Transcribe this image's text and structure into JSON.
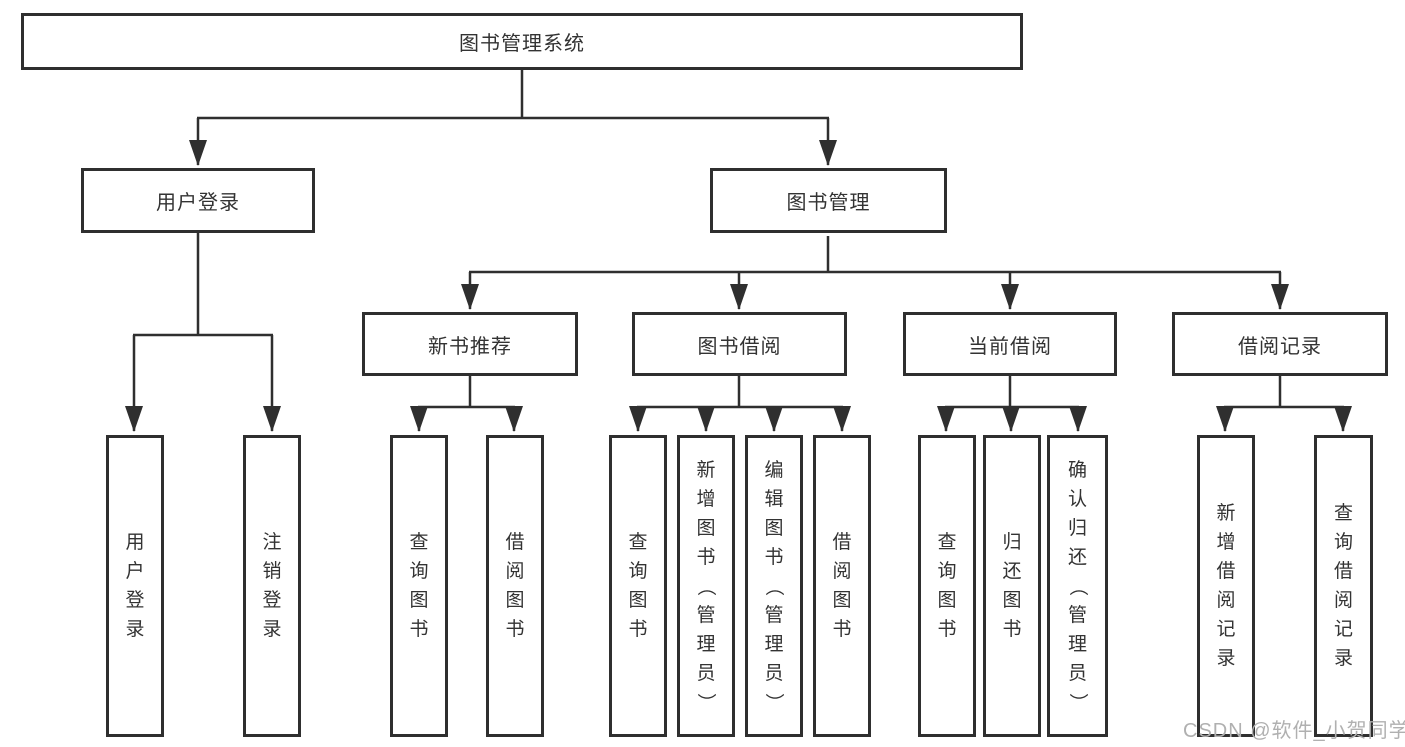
{
  "tree": {
    "root": {
      "label": "图书管理系统"
    },
    "branches": [
      {
        "label": "用户登录",
        "children": [
          "用户登录",
          "注销登录"
        ]
      },
      {
        "label": "图书管理",
        "sections": [
          {
            "label": "新书推荐",
            "children": [
              "查询图书",
              "借阅图书"
            ]
          },
          {
            "label": "图书借阅",
            "children": [
              "查询图书",
              "新增图书（管理员）",
              "编辑图书（管理员）",
              "借阅图书"
            ]
          },
          {
            "label": "当前借阅",
            "children": [
              "查询图书",
              "归还图书",
              "确认归还（管理员）"
            ]
          },
          {
            "label": "借阅记录",
            "children": [
              "新增借阅记录",
              "查询借阅记录"
            ]
          }
        ]
      }
    ]
  },
  "watermark": {
    "text": "CSDN @软件_小贺同学",
    "color": "#b0b0b0"
  },
  "appearance": {
    "line_color": "#2f2f2f",
    "box_border_color": "#2f2f2f",
    "text_color": "#333333",
    "watermark_color": "#b0b0b0",
    "background": "#ffffff"
  }
}
